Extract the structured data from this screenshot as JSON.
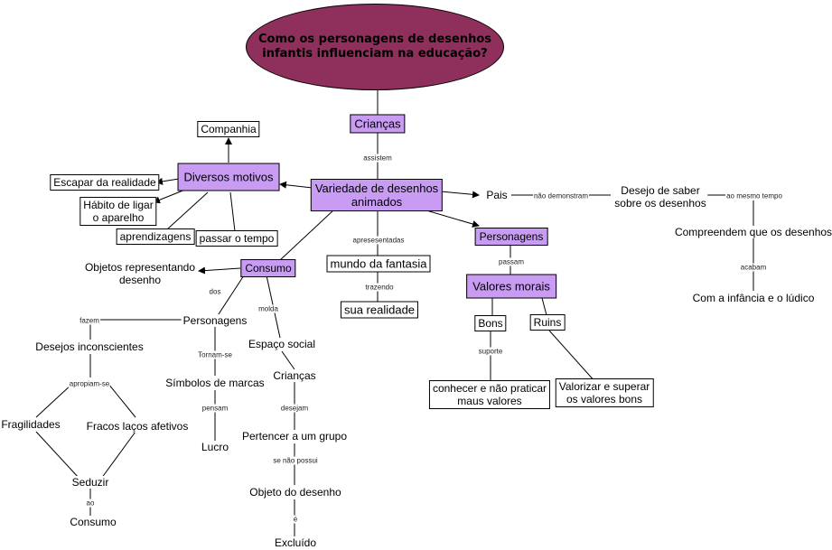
{
  "title": "Como os personagens de desenhos\ninfantis influenciam na educação?",
  "nodes": {
    "criancas_top": "Crianças",
    "variedade": "Variedade de desenhos\nanimados",
    "diversos_motivos": "Diversos motivos",
    "companhia": "Companhia",
    "escapar": "Escapar da realidade",
    "habito": "Hábito de ligar\no aparelho",
    "aprendizagens": "aprendizagens",
    "passar_tempo": "passar o tempo",
    "pais": "Pais",
    "desejo_saber": "Desejo de saber\nsobre os desenhos",
    "compreendem": "Compreendem que os desenhos",
    "infancia": "Com a infância e o lúdico",
    "personagens_p": "Personagens",
    "valores_morais": "Valores morais",
    "bons": "Bons",
    "ruins": "Ruins",
    "conhecer": "conhecer e não praticar\nmaus valores",
    "valorizar": "Valorizar e superar\nos valores bons",
    "mundo_fantasia": "mundo da fantasia",
    "sua_realidade": "sua realidade",
    "consumo_p": "Consumo",
    "objetos": "Objetos representando\ndesenho",
    "personagens": "Personagens",
    "desejos": "Desejos inconscientes",
    "fragilidades": "Fragilidades",
    "fracos_lacos": "Fracos laços afetivos",
    "seduzir": "Seduzir",
    "consumo": "Consumo",
    "simbolos": "Símbolos de marcas",
    "lucro": "Lucro",
    "espaco_social": "Espaço social",
    "criancas_b": "Crianças",
    "pertencer": "Pertencer a um grupo",
    "objeto_desenho": "Objeto do desenho",
    "excluido": "Excluído"
  },
  "links": {
    "assistem": "assistem",
    "nao_demonstram": "não demonstram",
    "ao_mesmo_tempo": "ao mesmo tempo",
    "acabam": "acabam",
    "passam": "passam",
    "suporte": "suporte",
    "apresesentadas": "apresesentadas",
    "trazendo": "trazendo",
    "dos": "dos",
    "molda": "molda",
    "fazem": "fazem",
    "apropiam_se": "apropiam-se",
    "tornam_se": "Tornam-se",
    "pensam": "pensam",
    "desejam": "desejam",
    "se_nao_possui": "se não possui",
    "ao": "ao",
    "e": "é"
  },
  "colors": {
    "title_fill": "#8f2f5c",
    "concept_highlight": "#c79cf2",
    "line": "#000000"
  }
}
